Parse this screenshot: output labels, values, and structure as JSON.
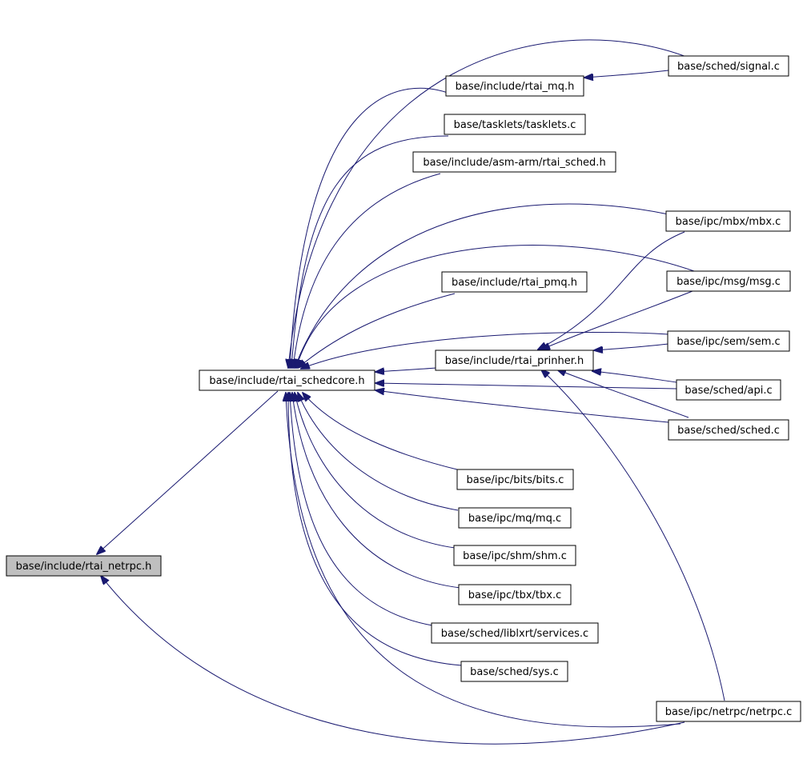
{
  "graph": {
    "edge_color": "#191970",
    "root_fill": "#bfbfbf",
    "nodes": [
      {
        "id": "netrpc_h",
        "label": "base/include/rtai_netrpc.h",
        "root": true
      },
      {
        "id": "schedcore_h",
        "label": "base/include/rtai_schedcore.h"
      },
      {
        "id": "signal_c",
        "label": "base/sched/signal.c"
      },
      {
        "id": "mq_h",
        "label": "base/include/rtai_mq.h"
      },
      {
        "id": "tasklets_c",
        "label": "base/tasklets/tasklets.c"
      },
      {
        "id": "asmarm_h",
        "label": "base/include/asm-arm/rtai_sched.h"
      },
      {
        "id": "mbx_c",
        "label": "base/ipc/mbx/mbx.c"
      },
      {
        "id": "pmq_h",
        "label": "base/include/rtai_pmq.h"
      },
      {
        "id": "msg_c",
        "label": "base/ipc/msg/msg.c"
      },
      {
        "id": "sem_c",
        "label": "base/ipc/sem/sem.c"
      },
      {
        "id": "prinher_h",
        "label": "base/include/rtai_prinher.h"
      },
      {
        "id": "api_c",
        "label": "base/sched/api.c"
      },
      {
        "id": "sched_c",
        "label": "base/sched/sched.c"
      },
      {
        "id": "bits_c",
        "label": "base/ipc/bits/bits.c"
      },
      {
        "id": "mqc",
        "label": "base/ipc/mq/mq.c"
      },
      {
        "id": "shm_c",
        "label": "base/ipc/shm/shm.c"
      },
      {
        "id": "tbx_c",
        "label": "base/ipc/tbx/tbx.c"
      },
      {
        "id": "services_c",
        "label": "base/sched/liblxrt/services.c"
      },
      {
        "id": "sys_c",
        "label": "base/sched/sys.c"
      },
      {
        "id": "netrpc_c",
        "label": "base/ipc/netrpc/netrpc.c"
      }
    ]
  }
}
